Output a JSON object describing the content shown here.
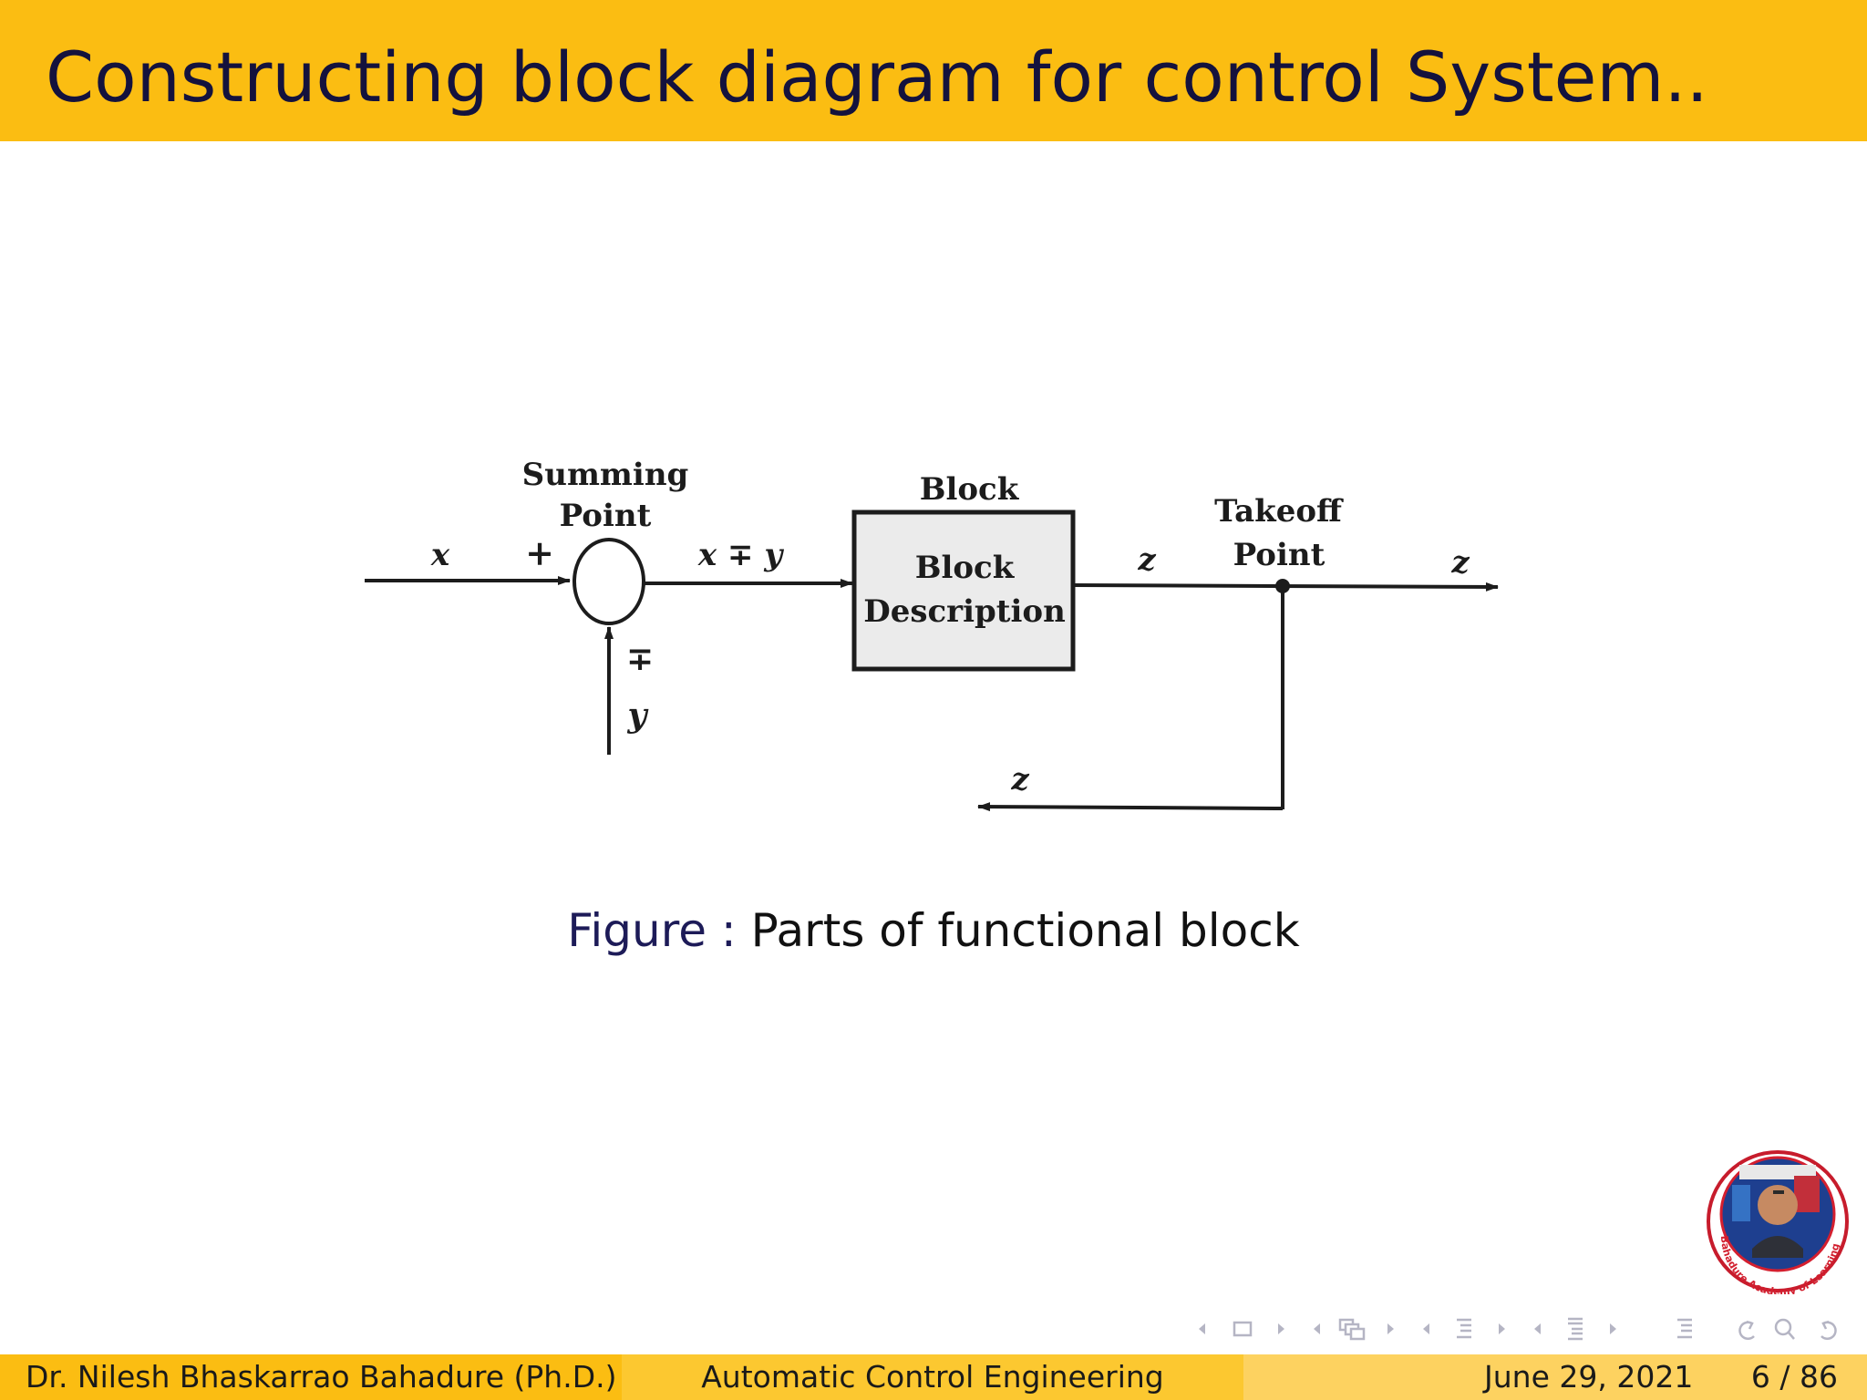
{
  "slide": {
    "title": "Constructing block diagram for control System.."
  },
  "figure": {
    "labels": {
      "summing_point_line1": "Summing",
      "summing_point_line2": "Point",
      "block_title": "Block",
      "block_desc_line1": "Block",
      "block_desc_line2": "Description",
      "takeoff_line1": "Takeoff",
      "takeoff_line2": "Point",
      "input_x": "x",
      "plus_sign": "+",
      "sum_output": "x ∓ y",
      "minus_plus_sign": "∓",
      "input_y": "y",
      "output_z_block": "z",
      "output_z_right": "z",
      "feedback_z": "z"
    },
    "caption_label": "Figure :",
    "caption_text": "Parts of functional block"
  },
  "footer": {
    "author": "Dr. Nilesh Bhaskarrao Bahadure (Ph.D.)",
    "course": "Automatic Control Engineering",
    "date": "June 29, 2021",
    "page": "6 / 86"
  },
  "logo": {
    "arc_text": "Bahadure Academy of Learning"
  },
  "colors": {
    "title_bar": "#fbbd12",
    "title_text": "#14123d",
    "caption_label": "#1d1b58",
    "footer_left": "#fbbd12",
    "footer_mid": "#fcc830",
    "footer_right": "#fdd260"
  }
}
